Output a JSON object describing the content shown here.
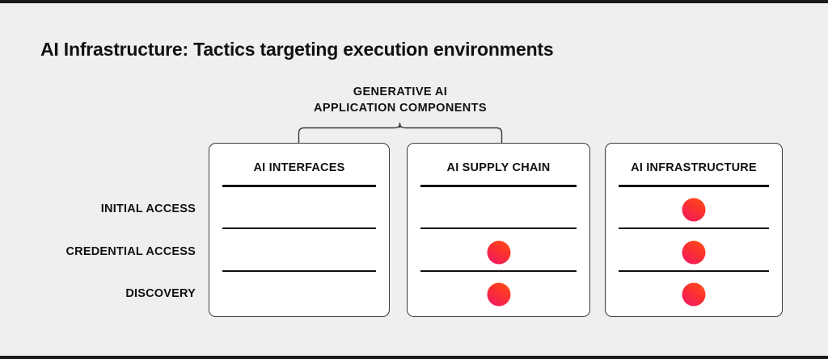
{
  "title": "AI Infrastructure: Tactics targeting execution environments",
  "group_caption": {
    "line1": "GENERATIVE AI",
    "line2": "APPLICATION COMPONENTS",
    "spans_columns": [
      "AI INTERFACES",
      "AI SUPPLY CHAIN"
    ]
  },
  "colors": {
    "background": "#efefef",
    "card_background": "#ffffff",
    "card_border": "#3a3a3a",
    "text": "#111111",
    "frame": "#1a1a1a",
    "dot_gradient_start": "#ff5416",
    "dot_gradient_end": "#f0186b"
  },
  "matrix": {
    "row_labels": [
      "INITIAL ACCESS",
      "CREDENTIAL ACCESS",
      "DISCOVERY"
    ],
    "columns": [
      {
        "header": "AI INTERFACES",
        "marks": [
          false,
          false,
          false
        ]
      },
      {
        "header": "AI SUPPLY CHAIN",
        "marks": [
          false,
          true,
          true
        ]
      },
      {
        "header": "AI INFRASTRUCTURE",
        "marks": [
          true,
          true,
          true
        ]
      }
    ]
  }
}
